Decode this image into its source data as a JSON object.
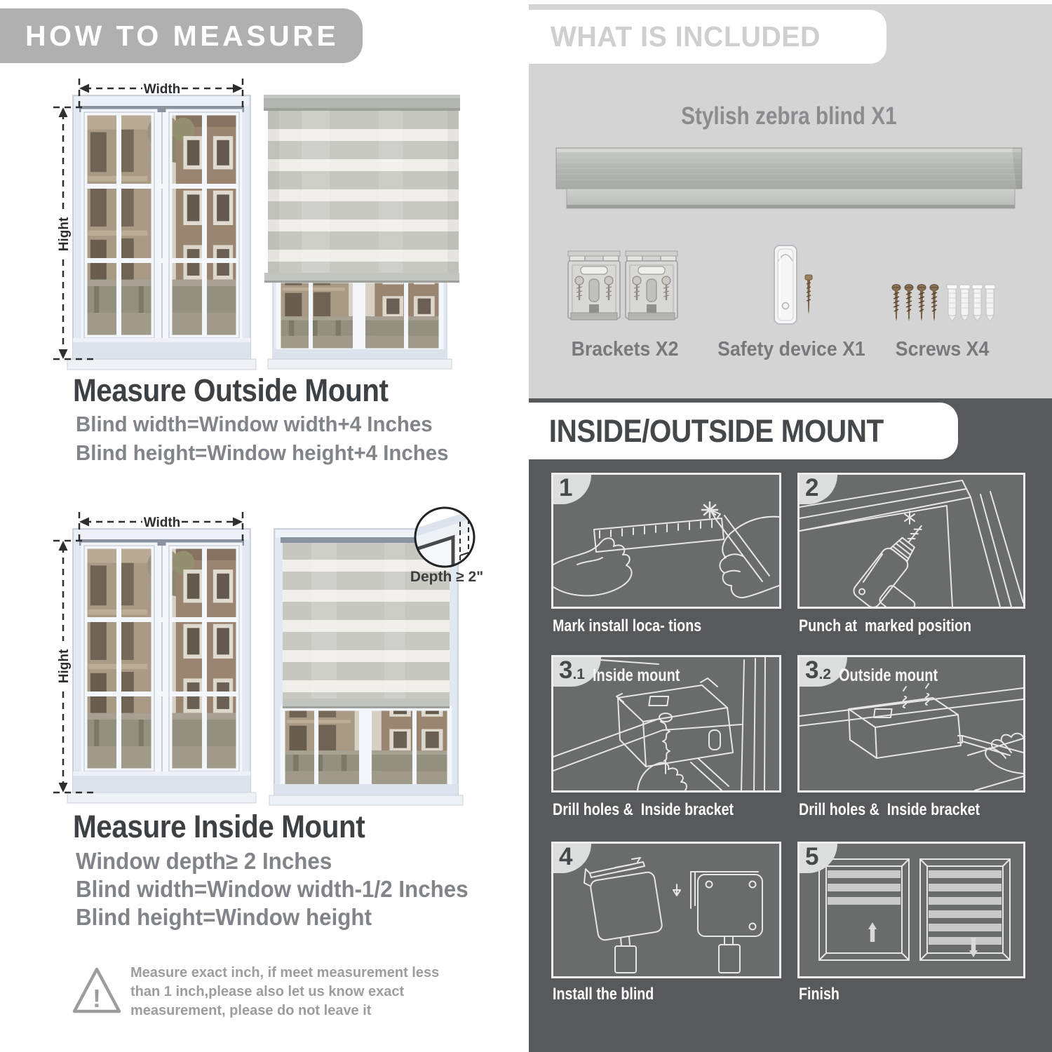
{
  "left": {
    "header": "HOW TO MEASURE",
    "outside": {
      "width_label": "Width",
      "height_label": "Hight",
      "title": "Measure Outside Mount",
      "line1": "Blind width=Window width+4 Inches",
      "line2": "Blind height=Window height+4 Inches"
    },
    "inside": {
      "width_label": "Width",
      "height_label": "Hight",
      "depth_note": "Depth ≥ 2\"",
      "title": "Measure Inside Mount",
      "line1": "Window depth≥ 2 Inches",
      "line2": "Blind width=Window width-1/2 Inches",
      "line3": "Blind height=Window height"
    },
    "warning": {
      "icon": "warning-triangle",
      "mark": "!",
      "line1": "Measure exact inch, if meet measurement less",
      "line2": "than 1 inch,please also let us know exact",
      "line3": "measurement, please do not leave it"
    }
  },
  "included": {
    "header": "WHAT IS INCLUDED",
    "blind_label": "Stylish zebra blind X1",
    "items": [
      {
        "name": "brackets",
        "label": "Brackets X2"
      },
      {
        "name": "safety-device",
        "label": "Safety device X1"
      },
      {
        "name": "screws",
        "label": "Screws X4"
      }
    ]
  },
  "mount": {
    "header": "INSIDE/OUTSIDE MOUNT",
    "steps": [
      {
        "num": "1",
        "sub": "",
        "label": "",
        "caption": "Mark install loca- tions"
      },
      {
        "num": "2",
        "sub": "",
        "label": "",
        "caption": "Punch at  marked position"
      },
      {
        "num": "3",
        "sub": ".1",
        "label": "Inside mount",
        "caption": "Drill holes &  Inside bracket"
      },
      {
        "num": "3",
        "sub": ".2",
        "label": "Outside mount",
        "caption": "Drill holes &  Inside bracket"
      },
      {
        "num": "4",
        "sub": "",
        "label": "",
        "caption": "Install the blind"
      },
      {
        "num": "5",
        "sub": "",
        "label": "",
        "caption": "Finish"
      }
    ]
  },
  "colors": {
    "left_header_bg": "#b0b0b0",
    "included_bg": "#d4d4d5",
    "mount_bg": "#58595a",
    "panel_bg": "#6a6b6b",
    "heading_text": "#3e4144",
    "body_text": "#818488",
    "warning_text": "#9b9d9f",
    "fabric_gray": "#c6c7c1",
    "fabric_sheer": "#f1efeb"
  }
}
